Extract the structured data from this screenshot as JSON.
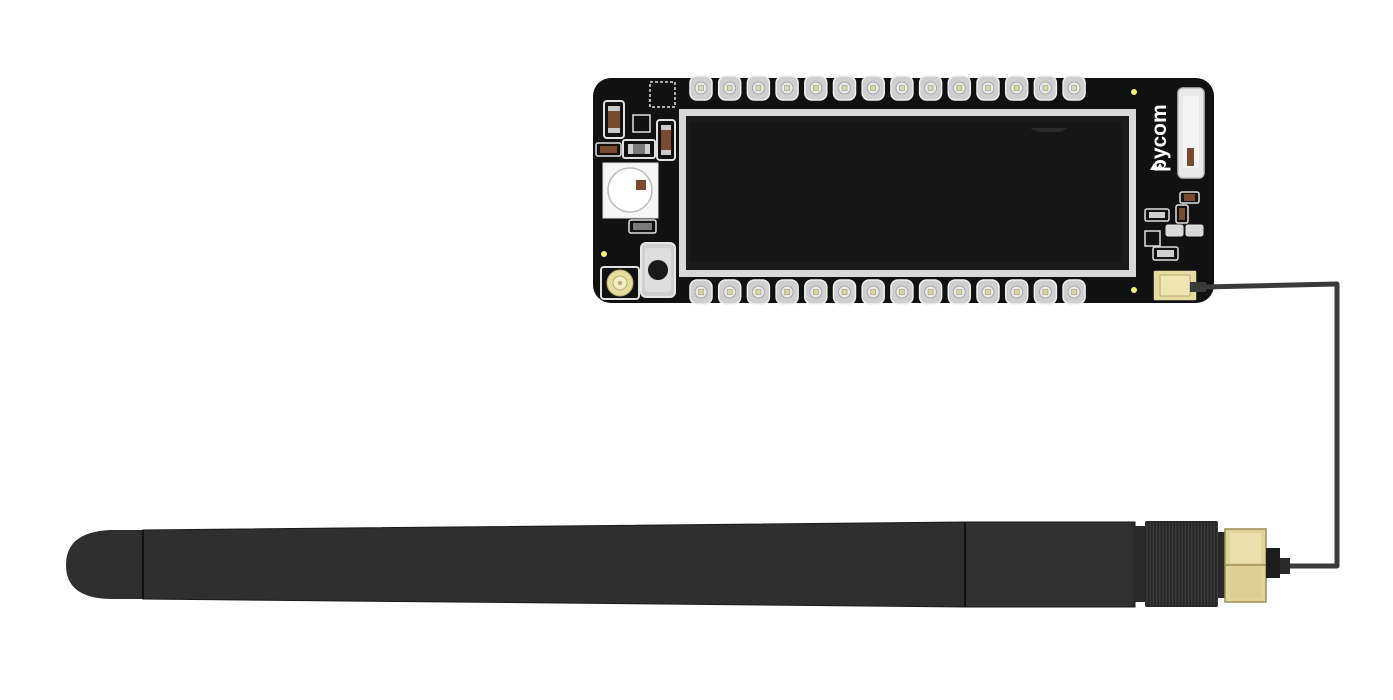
{
  "board": {
    "brand": "pycom",
    "colors": {
      "pcb": "#111111",
      "pin_pad": "#cfcfcf",
      "pin_ring": "#e6e6e6",
      "pin_center": "#d8d6a6",
      "display": "#1c1c1c",
      "display_frame": "#d9d9d9",
      "connector_gold": "#e7dca0",
      "led_yellow": "#f4f07a",
      "component_brown": "#7b4a2e"
    },
    "pin_count_top": 14,
    "pin_count_bottom": 14
  },
  "cable": {
    "color": "#3a3a3a"
  },
  "antenna": {
    "body_color": "#2f2f2f",
    "nut_color": "#e2d39a"
  }
}
